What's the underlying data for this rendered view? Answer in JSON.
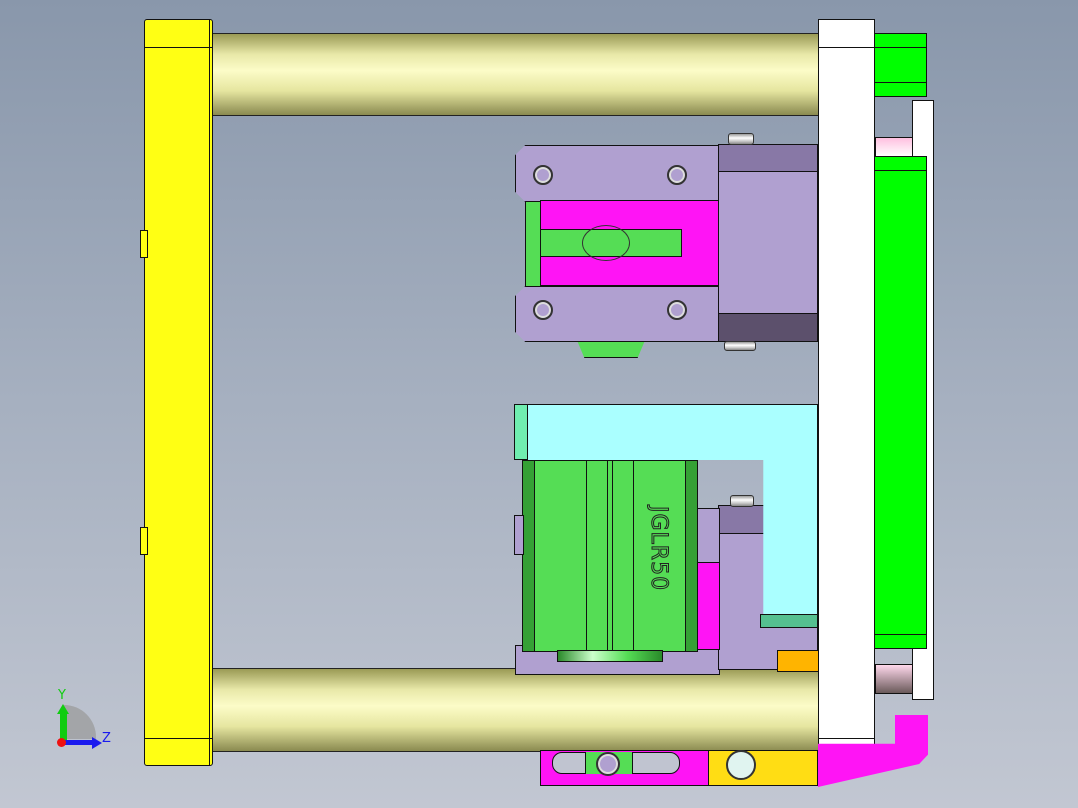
{
  "viewport": {
    "background_top": "#8997ab",
    "background_bottom": "#c2c7d2"
  },
  "model": {
    "cylinder_label": "JGLR50",
    "parts": [
      {
        "name": "left-plate",
        "color": "#ffff14"
      },
      {
        "name": "guide-rod-top",
        "color": "#f0f0b0"
      },
      {
        "name": "guide-rod-bottom",
        "color": "#f0f0b0"
      },
      {
        "name": "right-plate",
        "color": "#ffffff"
      },
      {
        "name": "upper-clamp-block",
        "color": "#b0a0d0"
      },
      {
        "name": "upper-clamp-slot",
        "color": "#ff14f5"
      },
      {
        "name": "cylinder-body",
        "color": "#55dd55"
      },
      {
        "name": "cylinder-bracket",
        "color": "#aaffff"
      },
      {
        "name": "side-green-pad",
        "color": "#00ff00"
      },
      {
        "name": "bottom-bracket",
        "color": "#ff14f5"
      },
      {
        "name": "bottom-yellow-block",
        "color": "#ffdd14"
      },
      {
        "name": "orange-stop",
        "color": "#ffb400"
      }
    ]
  },
  "triad": {
    "y_label": "Y",
    "z_label": "Z",
    "y_color": "#11cc11",
    "z_color": "#1a1aee",
    "x_color": "#ee1111"
  }
}
